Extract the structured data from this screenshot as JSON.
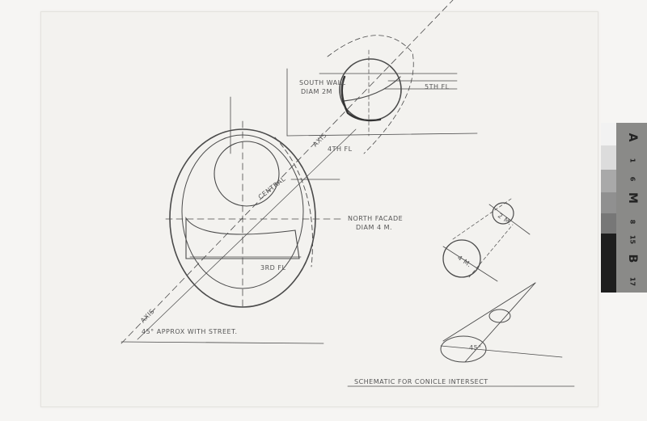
{
  "labels": {
    "south_wall": "SOUTH WALL",
    "south_wall_diam": "DIAM 2M",
    "fifth_floor": "5TH FL",
    "fourth_floor": "4TH FL",
    "axis_top": "AXIS",
    "central": "CENTRAL",
    "north_facade": "NORTH FACADE",
    "north_facade_diam": "DIAM 4 M.",
    "third_floor": "3RD FL",
    "axis_bottom": "AXIS",
    "street_note": "45° APPROX WITH STREET.",
    "small_circle": "2 M.",
    "large_circle": "4 M.",
    "cone_angle": "45°",
    "caption": "SCHEMATIC FOR CONICLE INTERSECT"
  },
  "color_card": {
    "labels": [
      "A",
      "1",
      "6",
      "M",
      "8",
      "15",
      "B",
      "17"
    ],
    "patches": [
      "#f2f2f2",
      "#dcdcdc",
      "#a9a9a9",
      "#909090",
      "#777777",
      "#1e1e1e"
    ]
  },
  "colors": {
    "pencil": "#444444",
    "paper": "#f3f2ef"
  }
}
